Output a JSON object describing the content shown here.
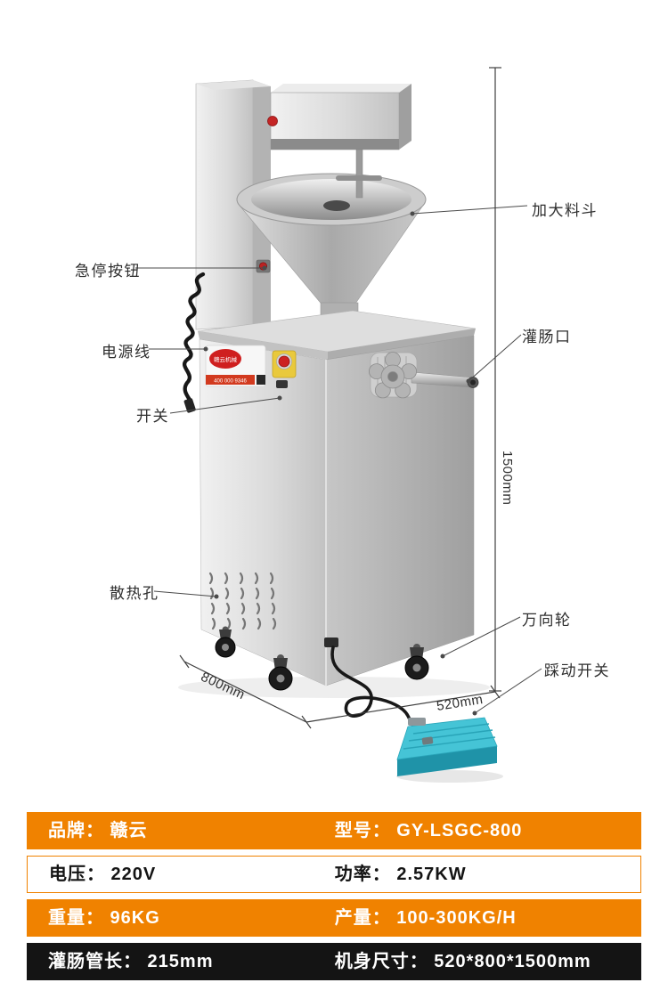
{
  "figure": {
    "callouts": {
      "hopper": "加大料斗",
      "estop": "急停按钮",
      "power_cord": "电源线",
      "switch": "开关",
      "outlet": "灌肠口",
      "vents": "散热孔",
      "caster": "万向轮",
      "pedal": "踩动开关"
    },
    "dimensions": {
      "height": "1500mm",
      "depth": "800mm",
      "width": "520mm"
    },
    "machine_plate": {
      "brand": "赣云机械",
      "hotline": "400 000 9346"
    }
  },
  "spec_table": {
    "rows": [
      {
        "col1": "品牌： 赣云",
        "col2": "型号： GY-LSGC-800"
      },
      {
        "col1": "电压： 220V",
        "col2": "功率： 2.57KW"
      },
      {
        "col1": "重量： 96KG",
        "col2": "产量： 100-300KG/H"
      },
      {
        "col1": "灌肠管长： 215mm",
        "col2": "机身尺寸： 520*800*1500mm"
      }
    ]
  },
  "colors": {
    "accent_orange": "#f08200",
    "dark_row": "#141414",
    "pedal_teal": "#45c4d6",
    "estop_red": "#cc2222"
  }
}
